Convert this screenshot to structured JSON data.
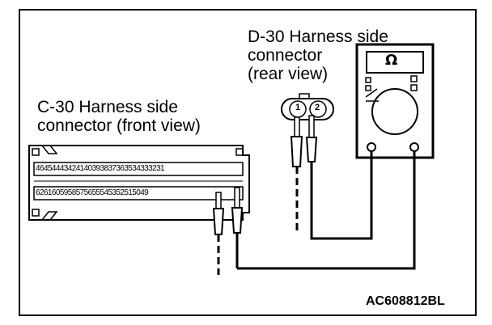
{
  "labels": {
    "d30": "D-30 Harness side\nconnector\n(rear view)",
    "c30": "C-30 Harness side\nconnector (front view)"
  },
  "connector_c30": {
    "top_row": [
      "46",
      "45",
      "44",
      "43",
      "42",
      "41",
      "40",
      "39",
      "38",
      "37",
      "36",
      "35",
      "34",
      "33",
      "32",
      "31"
    ],
    "bottom_row": [
      "62",
      "61",
      "60",
      "59",
      "58",
      "57",
      "56",
      "55",
      "54",
      "53",
      "52",
      "51",
      "50",
      "49"
    ]
  },
  "connector_d30": {
    "pins": [
      "1",
      "2"
    ]
  },
  "meter": {
    "symbol": "Ω"
  },
  "figure_code": "AC608812BL"
}
